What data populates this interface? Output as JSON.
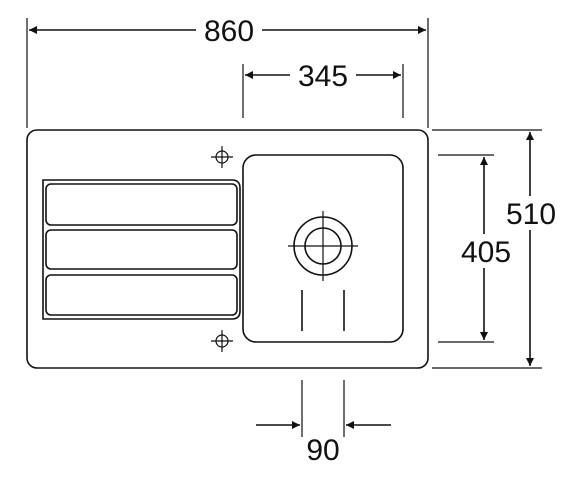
{
  "dimensions": {
    "overall_width": "860",
    "bowl_width": "345",
    "overall_depth": "510",
    "bowl_depth": "405",
    "drain_spacing": "90"
  },
  "colors": {
    "line": "#111111",
    "background": "#ffffff"
  },
  "icons": [
    "tap-hole-marker-icon",
    "drain-icon"
  ]
}
